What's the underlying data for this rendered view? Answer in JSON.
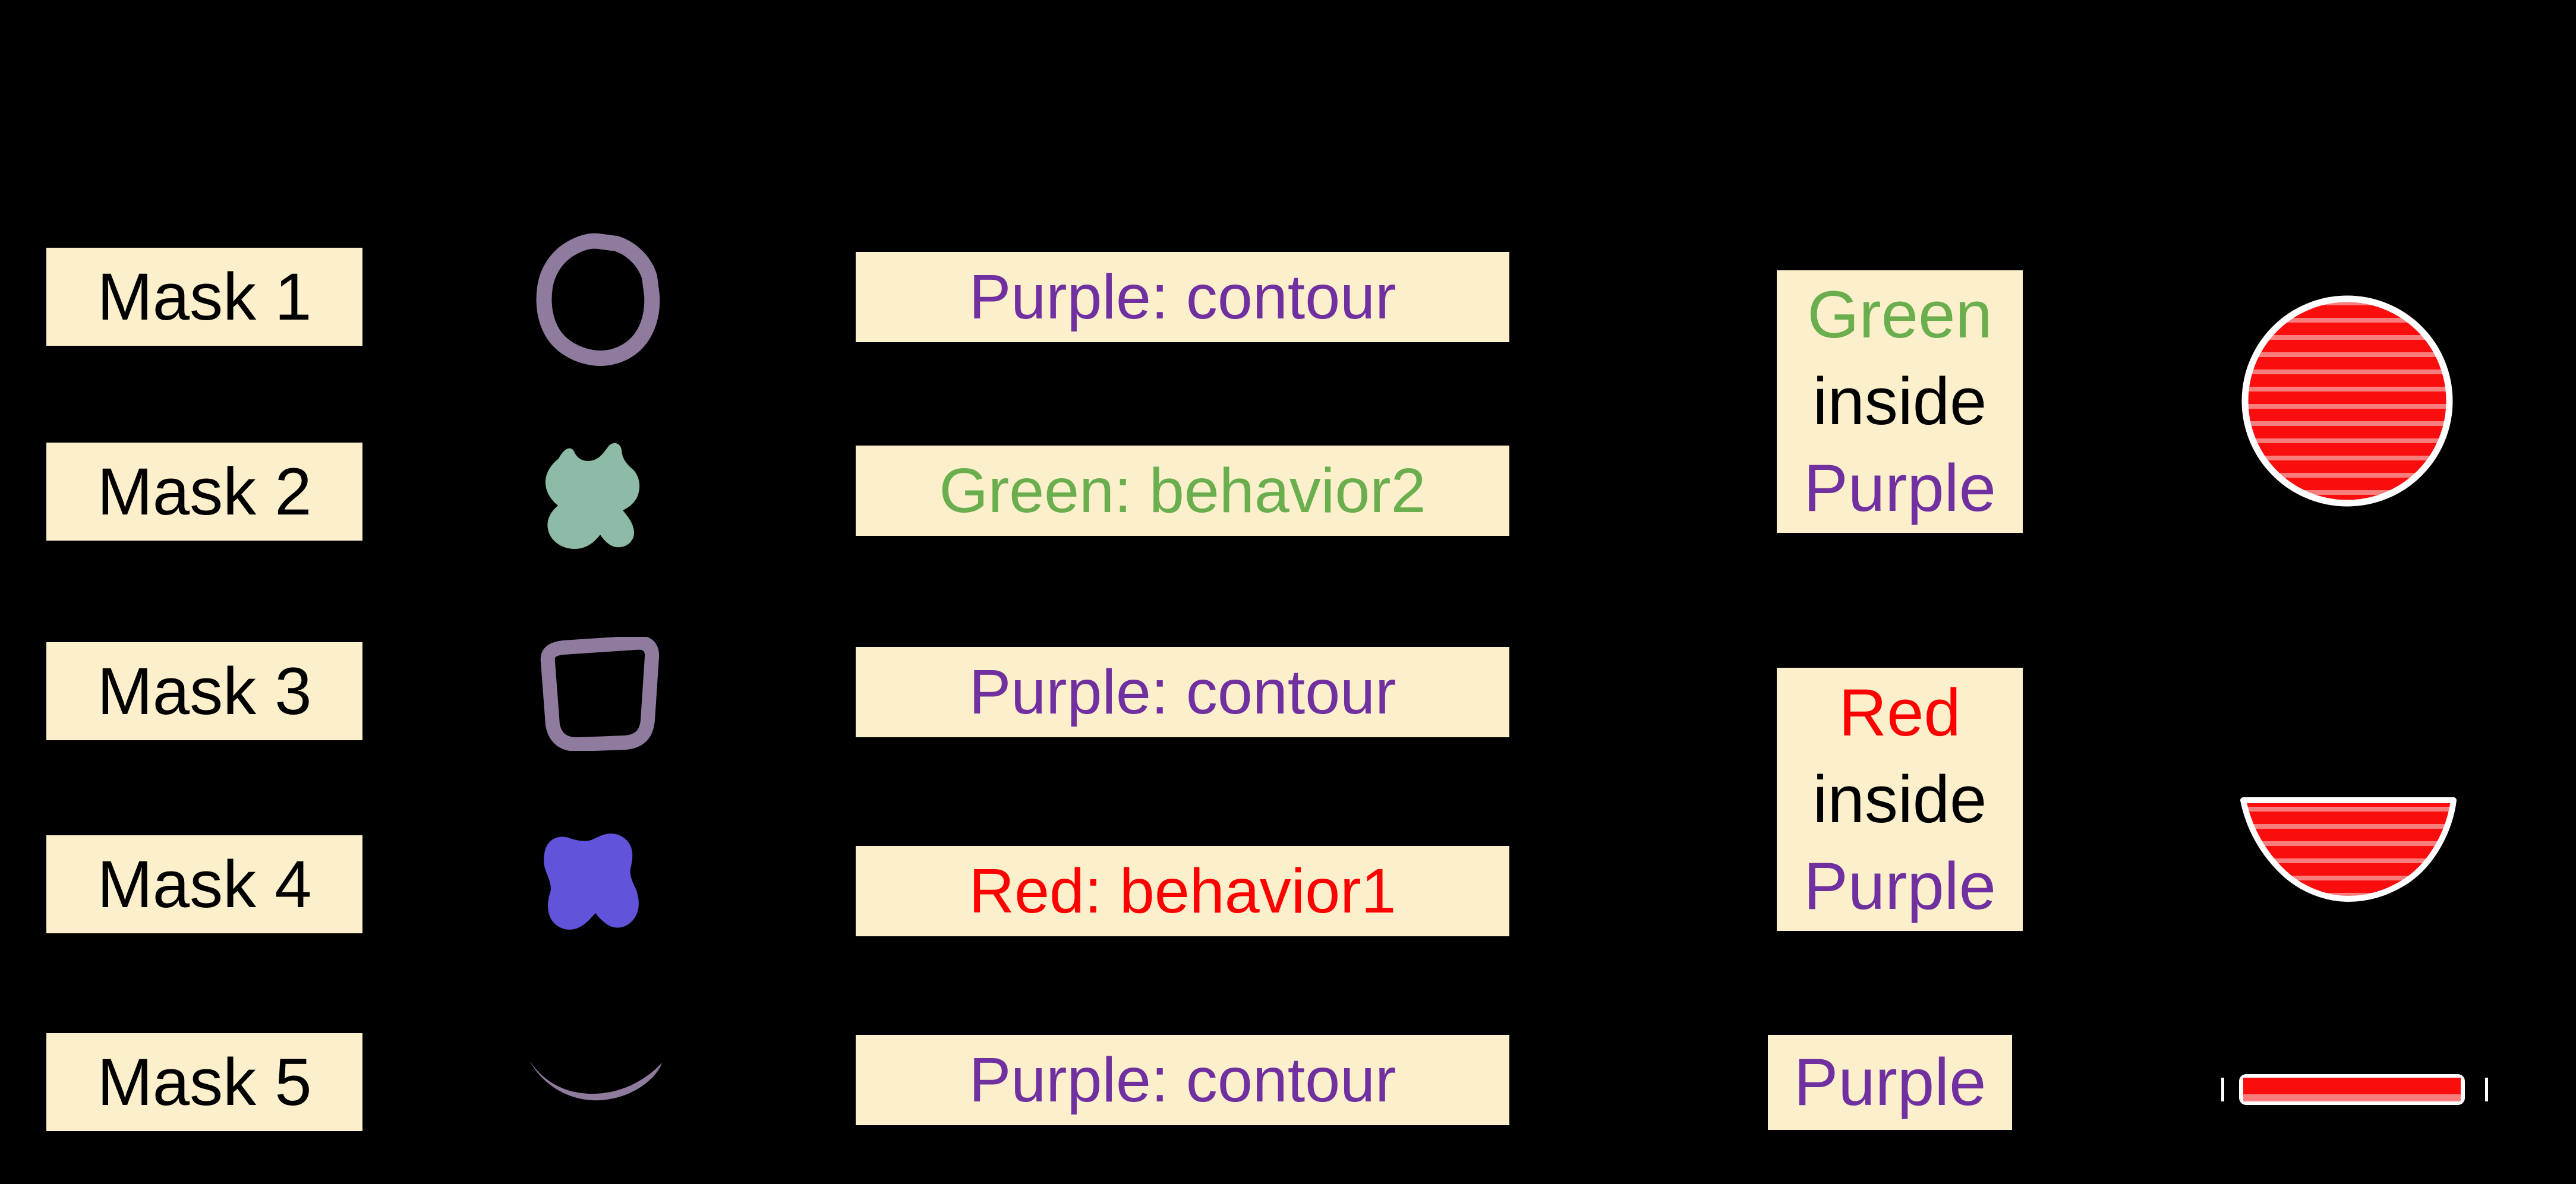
{
  "figure": {
    "description": "Mask classification diagram on black background",
    "background": "#000000"
  },
  "colors": {
    "background": "#000000",
    "box_fill": "#FBF0CB",
    "purple_text": "#7030A0",
    "green_text": "#6AAE4E",
    "red_text": "#FF0000",
    "black_text": "#000000",
    "mask_contour_purple": "#8E7B9D",
    "mask_fill_green": "#8EBBA5",
    "mask_fill_blue": "#6254DA",
    "stripe_red": "#FA0D0D",
    "stripe_light_red": "#F87D7D",
    "outline_white": "#FFFFFF"
  },
  "mask_rows": [
    {
      "label": "Mask 1",
      "shape_kind": "purple ring contour",
      "classification": "Purple: contour",
      "classification_color": "purple"
    },
    {
      "label": "Mask 2",
      "shape_kind": "green solid blob",
      "classification": "Green: behavior2",
      "classification_color": "green"
    },
    {
      "label": "Mask 3",
      "shape_kind": "purple open bowl contour",
      "classification": "Purple: contour",
      "classification_color": "purple"
    },
    {
      "label": "Mask 4",
      "shape_kind": "blue solid blob",
      "classification": "Red: behavior1",
      "classification_color": "red"
    },
    {
      "label": "Mask 5",
      "shape_kind": "purple thin arc curve",
      "classification": "Purple: contour",
      "classification_color": "purple"
    }
  ],
  "results": [
    {
      "shape_kind": "red hatched circle with white outline",
      "lines": [
        {
          "text": "Green",
          "color": "green"
        },
        {
          "text": "inside",
          "color": "black"
        },
        {
          "text": "Purple",
          "color": "purple"
        }
      ]
    },
    {
      "shape_kind": "red hatched bowl with white outline",
      "lines": [
        {
          "text": "Red",
          "color": "red"
        },
        {
          "text": "inside",
          "color": "black"
        },
        {
          "text": "Purple",
          "color": "purple"
        }
      ]
    },
    {
      "shape_kind": "red hatched flat line with white ticks",
      "lines": [
        {
          "text": "Purple",
          "color": "purple"
        }
      ]
    }
  ]
}
